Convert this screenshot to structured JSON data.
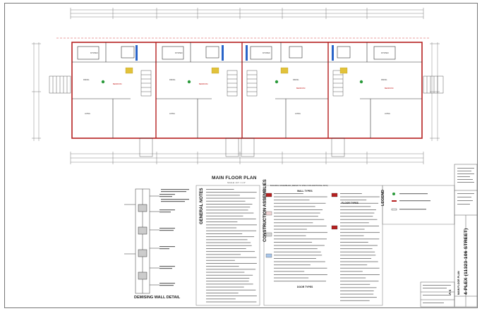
{
  "drawing": {
    "plan_title": "MAIN FLOOR PLAN",
    "plan_scale": "SCALE: 1/4\" = 1'-0\"",
    "detail_title": "DEMISING WALL DETAIL",
    "general_notes_heading": "GENERAL NOTES",
    "construction_heading": "CONSTRUCTION ASSEMBLIES",
    "construction_caption": "BUILDING ASSEMBLIES (REFER TO SPEC FOR ADDITIONAL INFO)",
    "wall_types_label": "WALL TYPES",
    "floor_types_label": "FLOOR TYPES",
    "door_types_label": "DOOR TYPES",
    "legend_heading": "LEGEND"
  },
  "title_block": {
    "project_name": "4-PLEX (11323-106 STREET)",
    "sheet_title": "MAIN FLOOR PLAN",
    "sheet_number": "A-4"
  },
  "rooms": {
    "kitchen": "KITCHEN",
    "dining": "DINING",
    "living": "LIVING",
    "bedroom": "BEDROOM",
    "bath": "BATH",
    "entry": "ENTRY"
  },
  "colors": {
    "wall_red": "#b52020",
    "line": "#333333",
    "dim_line": "#555555",
    "accent_blue": "#2a64c8",
    "fixture_yellow": "#e2c23a",
    "mark_green": "#2a9a3a",
    "gridline_red": "#d44444"
  }
}
